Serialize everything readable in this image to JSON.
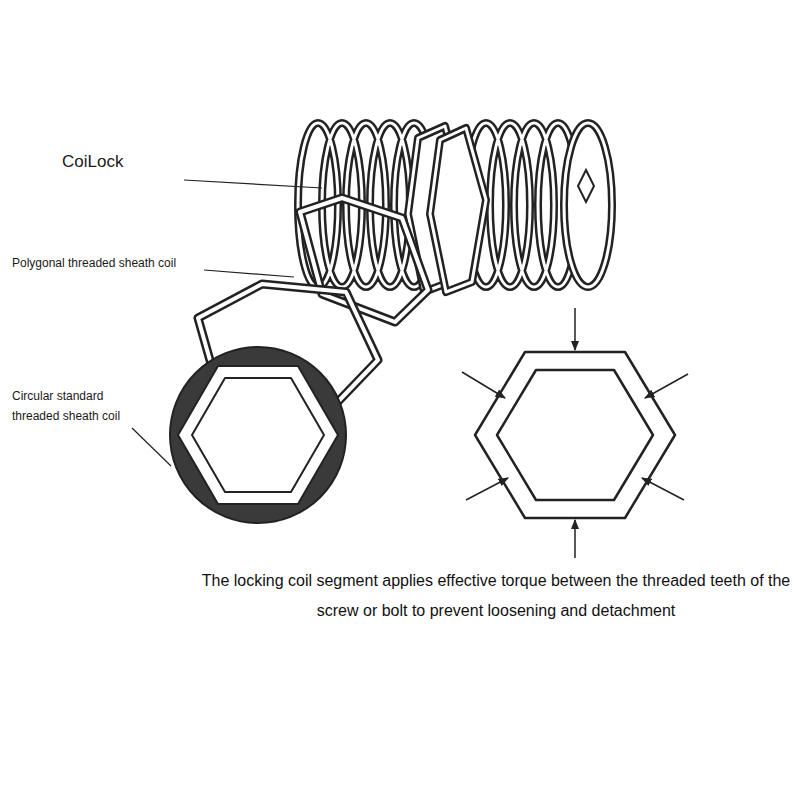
{
  "diagram": {
    "caption": "The locking coil segment applies effective torque between the threaded teeth of the screw or bolt to prevent loosening and detachment",
    "labels": [
      "CoiLock",
      "Polygonal threaded sheath coil",
      "Circular standard threaded sheath coil"
    ]
  }
}
